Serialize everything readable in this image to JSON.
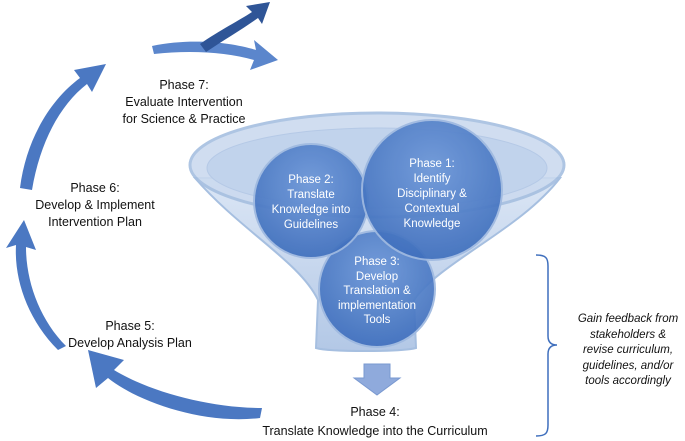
{
  "phases": {
    "p1": {
      "title": "Phase 1:",
      "lines": [
        "Identify",
        "Disciplinary &",
        "Contextual",
        "Knowledge"
      ]
    },
    "p2": {
      "title": "Phase 2:",
      "lines": [
        "Translate",
        "Knowledge into",
        "Guidelines"
      ]
    },
    "p3": {
      "title": "Phase 3:",
      "lines": [
        "Develop",
        "Translation &",
        "implementation",
        "Tools"
      ]
    },
    "p4": {
      "title": "Phase 4:",
      "lines": [
        "Translate Knowledge into the Curriculum"
      ]
    },
    "p5": {
      "title": "Phase 5:",
      "lines": [
        "Develop Analysis Plan"
      ]
    },
    "p6": {
      "title": "Phase 6:",
      "lines": [
        "Develop & Implement",
        "Intervention Plan"
      ]
    },
    "p7": {
      "title": "Phase 7:",
      "lines": [
        "Evaluate Intervention",
        "for Science & Practice"
      ]
    }
  },
  "feedback": {
    "lines": [
      "Gain feedback from",
      "stakeholders &",
      "revise curriculum,",
      "guidelines, and/or",
      "tools accordingly"
    ]
  },
  "colors": {
    "funnel_fill": "#bfd1ea",
    "funnel_rim": "#a6bfe0",
    "circle_fill": "#4f80c9",
    "arrow_blue": "#4b78c2",
    "arrow_dark": "#2f5597"
  }
}
